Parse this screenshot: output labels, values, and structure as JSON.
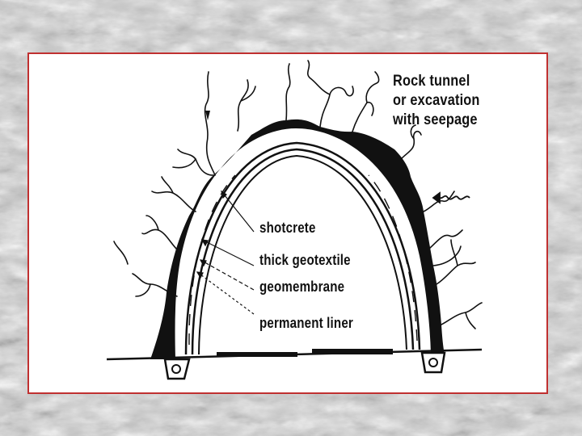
{
  "diagram": {
    "caption": [
      "Rock tunnel",
      "or excavation",
      "with seepage"
    ],
    "layers": [
      "shotcrete",
      "thick geotextile",
      "geomembrane",
      "permanent liner"
    ]
  },
  "colors": {
    "frame_border": "#c03030",
    "background_marble": "#c9c9c9",
    "ink": "#111111"
  }
}
